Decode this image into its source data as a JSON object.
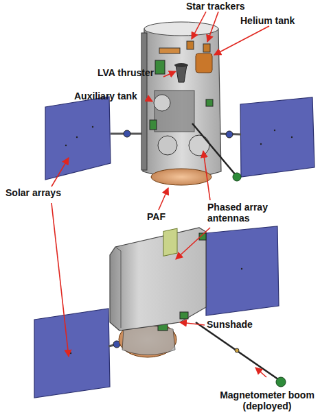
{
  "diagram": {
    "labels": [
      "Star trackers",
      "Helium tank",
      "LVA thruster",
      "Auxiliary tank",
      "Solar arrays",
      "PAF",
      "Phased array antennas",
      "Sunshade",
      "Magnetometer boom (deployed)"
    ]
  }
}
